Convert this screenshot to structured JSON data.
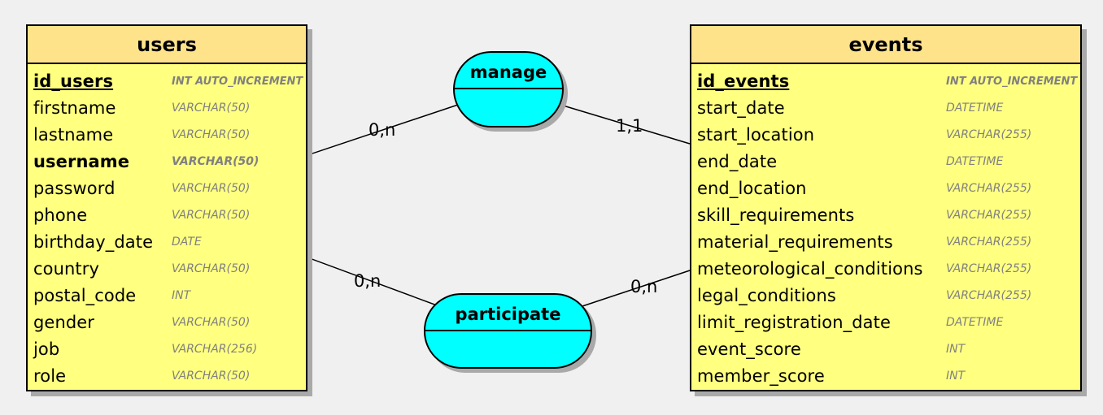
{
  "entities": {
    "users": {
      "name": "users",
      "fields": [
        {
          "name": "id_users",
          "type": "INT AUTO_INCREMENT"
        },
        {
          "name": "firstname",
          "type": "VARCHAR(50)"
        },
        {
          "name": "lastname",
          "type": "VARCHAR(50)"
        },
        {
          "name": "username",
          "type": "VARCHAR(50)"
        },
        {
          "name": "password",
          "type": "VARCHAR(50)"
        },
        {
          "name": "phone",
          "type": "VARCHAR(50)"
        },
        {
          "name": "birthday_date",
          "type": "DATE"
        },
        {
          "name": "country",
          "type": "VARCHAR(50)"
        },
        {
          "name": "postal_code",
          "type": "INT"
        },
        {
          "name": "gender",
          "type": "VARCHAR(50)"
        },
        {
          "name": "job",
          "type": "VARCHAR(256)"
        },
        {
          "name": "role",
          "type": "VARCHAR(50)"
        }
      ]
    },
    "events": {
      "name": "events",
      "fields": [
        {
          "name": "id_events",
          "type": "INT AUTO_INCREMENT"
        },
        {
          "name": "start_date",
          "type": "DATETIME"
        },
        {
          "name": "start_location",
          "type": "VARCHAR(255)"
        },
        {
          "name": "end_date",
          "type": "DATETIME"
        },
        {
          "name": "end_location",
          "type": "VARCHAR(255)"
        },
        {
          "name": "skill_requirements",
          "type": "VARCHAR(255)"
        },
        {
          "name": "material_requirements",
          "type": "VARCHAR(255)"
        },
        {
          "name": "meteorological_conditions",
          "type": "VARCHAR(255)"
        },
        {
          "name": "legal_conditions",
          "type": "VARCHAR(255)"
        },
        {
          "name": "limit_registration_date",
          "type": "DATETIME"
        },
        {
          "name": "event_score",
          "type": "INT"
        },
        {
          "name": "member_score",
          "type": "INT"
        }
      ]
    }
  },
  "associations": {
    "manage": {
      "label": "manage",
      "users_card": "0,n",
      "events_card": "1,1"
    },
    "participate": {
      "label": "participate",
      "users_card": "0,n",
      "events_card": "0,n"
    }
  },
  "colors": {
    "entity_body": "#ffff80",
    "entity_header": "#ffe38a",
    "association": "#00ffff",
    "type_text": "#808080",
    "shadow": "#a9a9a9",
    "background": "#f0f0f0"
  }
}
